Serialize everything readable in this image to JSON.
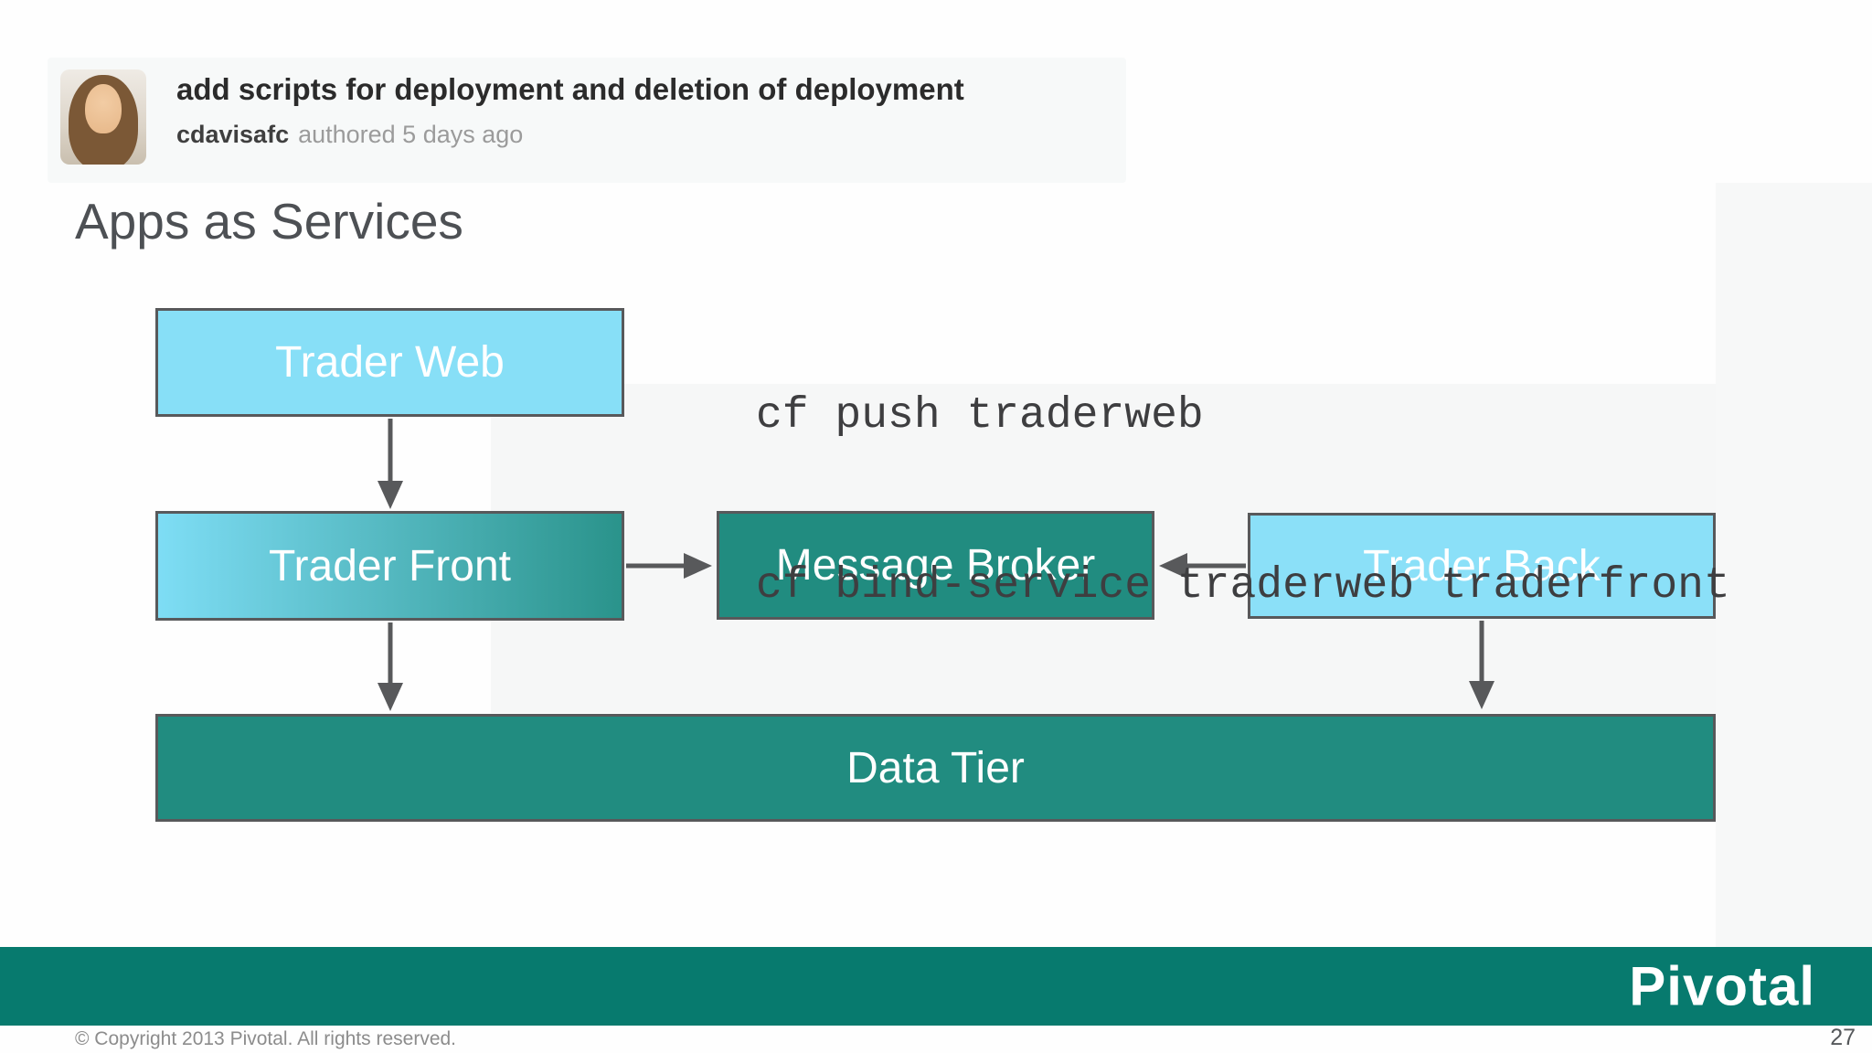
{
  "commit": {
    "title": "add scripts for deployment and deletion of deployment",
    "author": "cdavisafc",
    "meta": "authored 5 days ago"
  },
  "slide": {
    "title": "Apps as Services",
    "page_number": "27",
    "copyright": "© Copyright 2013 Pivotal. All rights reserved.",
    "logo": "Pivotal"
  },
  "code": {
    "lines": [
      "cf push traderweb",
      "cf bind-service traderweb traderfront"
    ]
  },
  "diagram": {
    "nodes": [
      {
        "id": "trader-web",
        "label": "Trader Web",
        "fill": "#87DFF7"
      },
      {
        "id": "trader-front",
        "label": "Trader Front",
        "fill_start": "#7EDDF5",
        "fill_end": "#2A938B"
      },
      {
        "id": "message-broker",
        "label": "Message Broker",
        "fill": "#218C80"
      },
      {
        "id": "trader-back",
        "label": "Trader Back",
        "fill": "#8BE0F8"
      },
      {
        "id": "data-tier",
        "label": "Data Tier",
        "fill": "#218C80"
      }
    ],
    "edges": [
      {
        "from": "trader-web",
        "to": "trader-front",
        "direction": "down"
      },
      {
        "from": "trader-front",
        "to": "message-broker",
        "direction": "right"
      },
      {
        "from": "trader-back",
        "to": "message-broker",
        "direction": "left"
      },
      {
        "from": "trader-front",
        "to": "data-tier",
        "direction": "down"
      },
      {
        "from": "trader-back",
        "to": "data-tier",
        "direction": "down"
      }
    ],
    "colors": {
      "node_border": "#58595B",
      "arrow": "#58595B",
      "light_blue": "#87DFF7",
      "teal": "#218C80",
      "footer_green": "#077A6E"
    }
  }
}
